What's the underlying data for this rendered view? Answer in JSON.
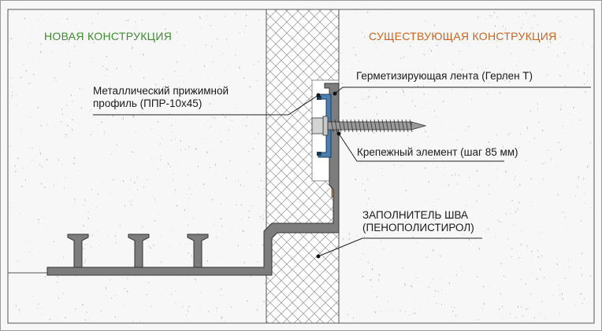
{
  "zones": {
    "new_construction": "НОВАЯ КОНСТРУКЦИЯ",
    "existing_construction": "СУЩЕСТВУЮЩАЯ КОНСТРУКЦИЯ"
  },
  "callouts": {
    "sealing_tape": "Герметизирующая лента  (Герлен Т)",
    "clamp_profile_line1": "Металлический прижимной",
    "clamp_profile_line2": "профиль  (ППР-10х45)",
    "fastener": "Крепежный элемент (шаг 85 мм)",
    "filler_line1": "ЗАПОЛНИТЕЛЬ  ШВА",
    "filler_line2": "(ПЕНОПОЛИСТИРОЛ)"
  },
  "colors": {
    "new_title": "#3c8d2f",
    "existing_title": "#c8641e",
    "concrete": "#f7f7f7",
    "speckle": "#a8a8a8",
    "foam_hatch": "#8f8f8f",
    "membrane": "#7d7d7d",
    "tape": "#c9955a",
    "clamp": "#4b7fb0",
    "screw": "#9a9a9a"
  }
}
